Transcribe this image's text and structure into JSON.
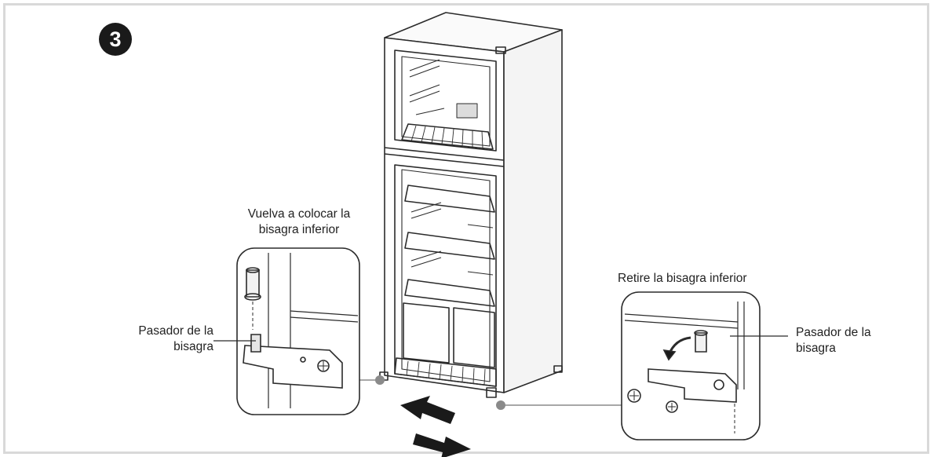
{
  "step": {
    "number": "3"
  },
  "labels": {
    "replace_hinge": [
      "Vuelva a colocar la",
      "bisagra inferior"
    ],
    "pin_left": [
      "Pasador de la",
      "bisagra"
    ],
    "remove_hinge": [
      "Retire la bisagra inferior"
    ],
    "pin_right": [
      "Pasador de la",
      "bisagra"
    ]
  },
  "colors": {
    "line": "#2b2b2b",
    "connector": "#8a8a8a",
    "frame": "#d9d9d9"
  }
}
